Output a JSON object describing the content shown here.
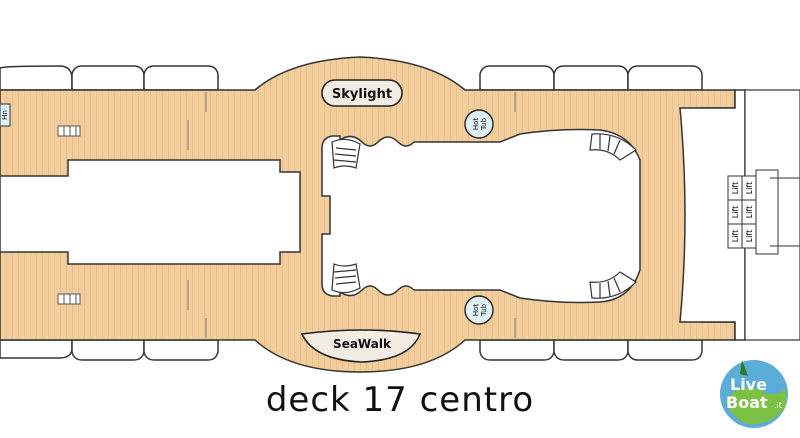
{
  "caption": "deck 17 centro",
  "labels": {
    "skylight": "Skylight",
    "seawalk": "SeaWalk",
    "hot_tub_top": [
      "Hot",
      "Tub"
    ],
    "hot_tub_bottom": [
      "Hot",
      "Tub"
    ],
    "left_edge_label": "Hn",
    "lifts": [
      "Lift",
      "Lift",
      "Lift",
      "Lift",
      "Lift",
      "Lift"
    ]
  },
  "logo": {
    "line1": "Live",
    "line2": "Boat",
    "suffix": ".it"
  },
  "colors": {
    "deck": "#f3cd9c",
    "deck_line": "#e2b57d",
    "outline": "#222222",
    "lounge_fill": "#f2ece2",
    "hot_tub_fill": "#dff1f4",
    "logo_blue": "#2f7fb0",
    "logo_green": "#7cc143"
  }
}
